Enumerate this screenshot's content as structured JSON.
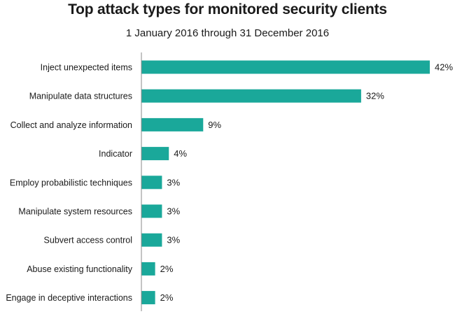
{
  "chart_data": {
    "type": "bar",
    "orientation": "horizontal",
    "title": "Top attack types for monitored security clients",
    "subtitle": "1 January 2016 through 31 December 2016",
    "categories": [
      "Inject unexpected items",
      "Manipulate data structures",
      "Collect and analyze information",
      "Indicator",
      "Employ probabilistic techniques",
      "Manipulate system resources",
      "Subvert access control",
      "Abuse existing functionality",
      "Engage in deceptive interactions"
    ],
    "values": [
      42,
      32,
      9,
      4,
      3,
      3,
      3,
      2,
      2
    ],
    "value_labels": [
      "42%",
      "32%",
      "9%",
      "4%",
      "3%",
      "3%",
      "3%",
      "2%",
      "2%"
    ],
    "unit": "%",
    "xlim": [
      0,
      42
    ],
    "grid": false,
    "bar_color": "#1aa89a",
    "axis_color": "#888888"
  }
}
